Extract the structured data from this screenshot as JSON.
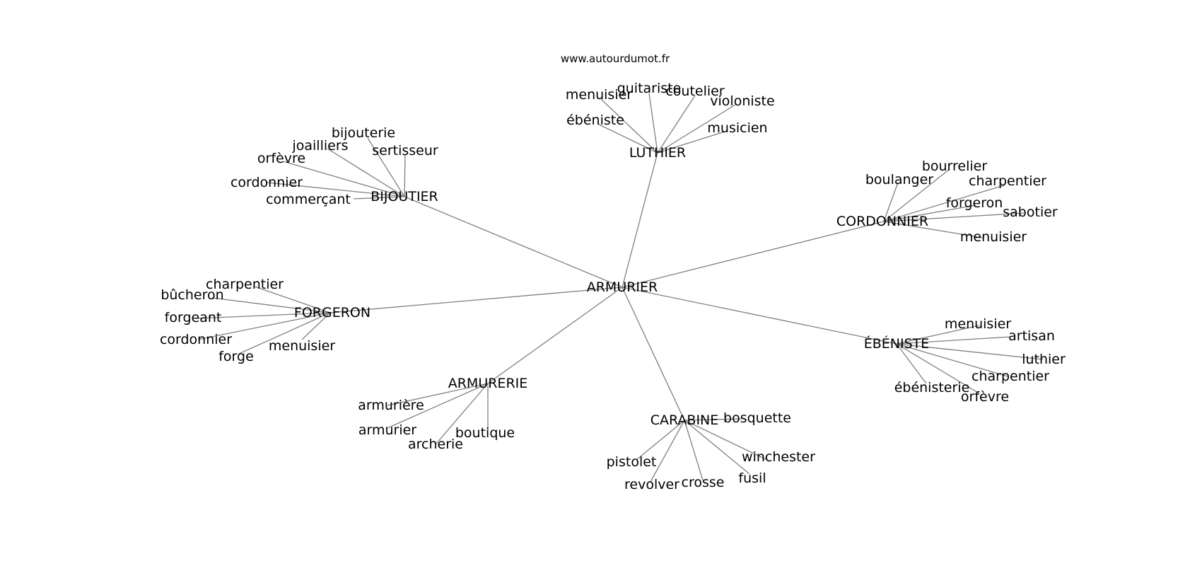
{
  "watermark": "www.autourdumot.fr",
  "colors": {
    "edge": "#808080",
    "text": "#000000",
    "background": "#ffffff"
  },
  "graph": {
    "root": "ARMURIER",
    "clusters": [
      {
        "hub": "LUTHIER",
        "leaves": [
          "menuisier",
          "guitariste",
          "coutelier",
          "violoniste",
          "ébéniste",
          "musicien"
        ]
      },
      {
        "hub": "BIJOUTIER",
        "leaves": [
          "bijouterie",
          "joailliers",
          "sertisseur",
          "orfèvre",
          "cordonnier",
          "commerçant"
        ]
      },
      {
        "hub": "CORDONNIER",
        "leaves": [
          "bourrelier",
          "boulanger",
          "charpentier",
          "forgeron",
          "sabotier",
          "menuisier"
        ]
      },
      {
        "hub": "FORGERON",
        "leaves": [
          "charpentier",
          "bûcheron",
          "forgeant",
          "cordonnier",
          "forge",
          "menuisier"
        ]
      },
      {
        "hub": "ÉBÉNISTE",
        "leaves": [
          "menuisier",
          "artisan",
          "luthier",
          "charpentier",
          "ébénisterie",
          "orfèvre"
        ]
      },
      {
        "hub": "ARMURERIE",
        "leaves": [
          "armurière",
          "armurier",
          "boutique",
          "archerie"
        ]
      },
      {
        "hub": "CARABINE",
        "leaves": [
          "bosquette",
          "winchester",
          "pistolet",
          "fusil",
          "revolver",
          "crosse"
        ]
      }
    ]
  }
}
